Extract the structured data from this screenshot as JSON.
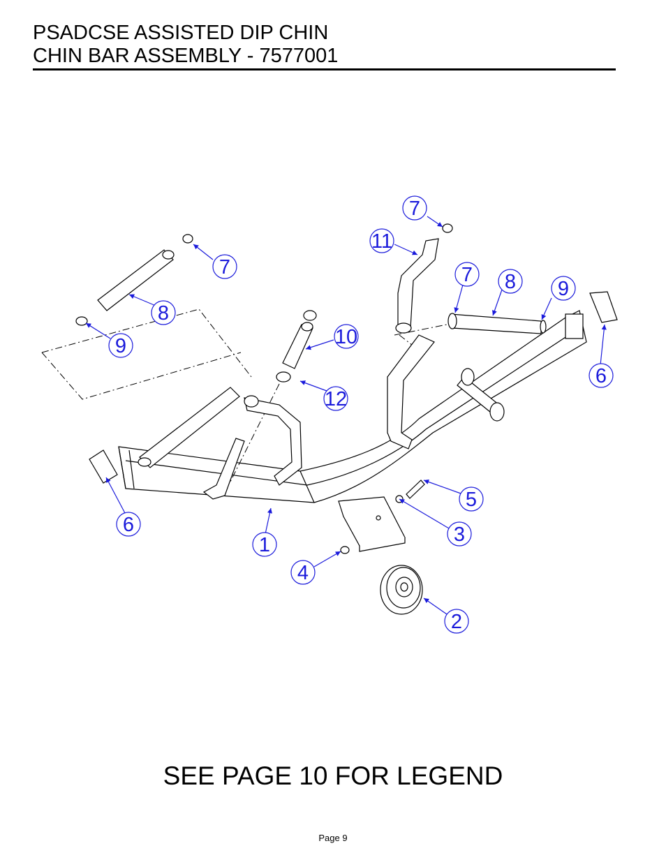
{
  "header": {
    "line1": "PSADCSE ASSISTED DIP CHIN",
    "line2": "CHIN BAR ASSEMBLY - 7577001"
  },
  "diagram": {
    "callouts": [
      {
        "id": "c7a",
        "number": "7"
      },
      {
        "id": "c11",
        "number": "11"
      },
      {
        "id": "c7b",
        "number": "7"
      },
      {
        "id": "c7c",
        "number": "7"
      },
      {
        "id": "c8a",
        "number": "8"
      },
      {
        "id": "c8b",
        "number": "8"
      },
      {
        "id": "c9a",
        "number": "9"
      },
      {
        "id": "c9b",
        "number": "9"
      },
      {
        "id": "c10",
        "number": "10"
      },
      {
        "id": "c12",
        "number": "12"
      },
      {
        "id": "c6a",
        "number": "6"
      },
      {
        "id": "c6b",
        "number": "6"
      },
      {
        "id": "c5",
        "number": "5"
      },
      {
        "id": "c3",
        "number": "3"
      },
      {
        "id": "c1",
        "number": "1"
      },
      {
        "id": "c4",
        "number": "4"
      },
      {
        "id": "c2",
        "number": "2"
      }
    ],
    "callout_color": "#1a1adb"
  },
  "footer": {
    "legend_note": "SEE PAGE 10 FOR LEGEND",
    "page_label": "Page 9"
  }
}
